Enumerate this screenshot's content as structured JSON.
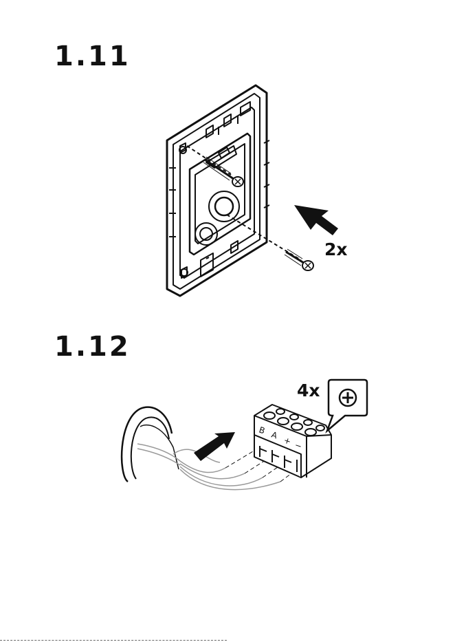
{
  "steps": [
    {
      "number": "1.11",
      "quantity": "2x"
    },
    {
      "number": "1.12",
      "quantity": "4x",
      "terminal_labels": [
        "B",
        "A",
        "+",
        "−"
      ]
    }
  ],
  "icons": {
    "install_direction": "arrow-icon",
    "screwdriver": "phillips-screwdriver-icon"
  }
}
